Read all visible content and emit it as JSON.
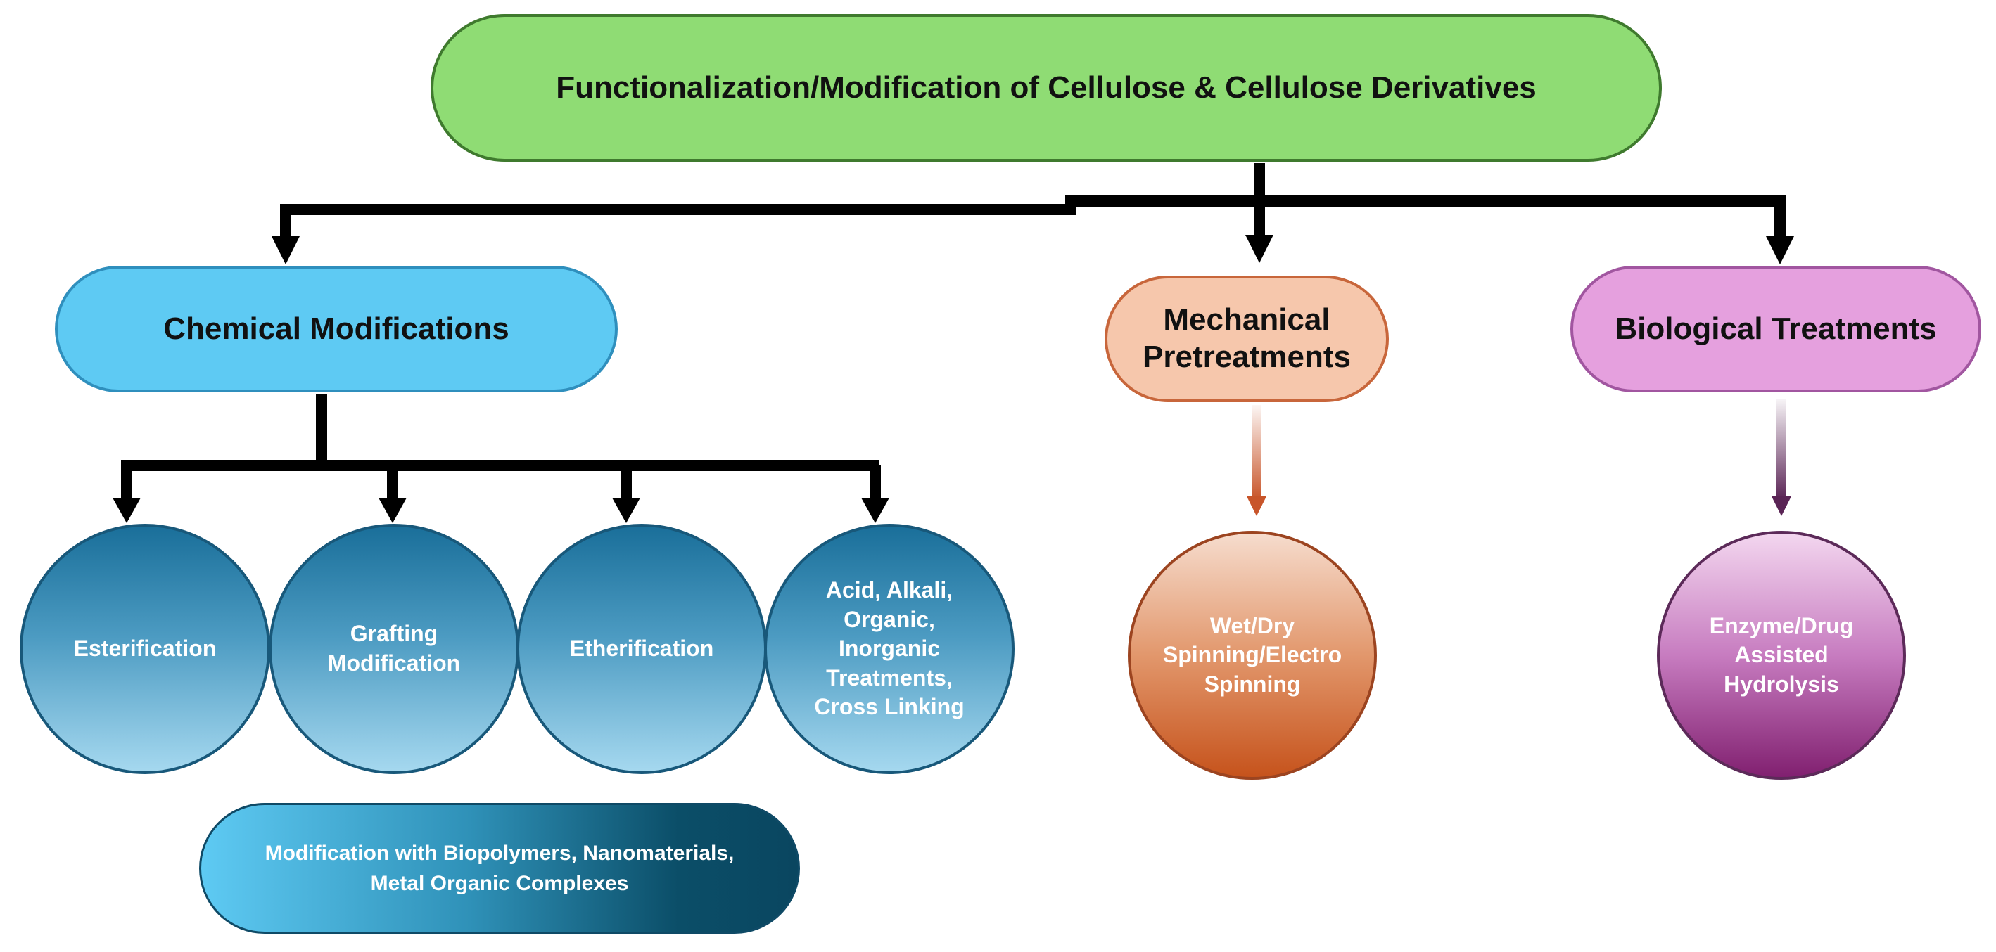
{
  "root": {
    "label": "Functionalization/Modification of Cellulose & Cellulose Derivatives"
  },
  "branches": {
    "chemical": {
      "label": "Chemical Modifications"
    },
    "mechanical": {
      "label_line1": "Mechanical",
      "label_line2": "Pretreatments"
    },
    "biological": {
      "label": "Biological Treatments"
    }
  },
  "chemical_methods": [
    {
      "lines": [
        "Esterification"
      ]
    },
    {
      "lines": [
        "Grafting",
        "Modification"
      ]
    },
    {
      "lines": [
        "Etherification"
      ]
    },
    {
      "lines": [
        "Acid, Alkali,",
        "Organic,",
        "Inorganic",
        "Treatments,",
        "Cross Linking"
      ]
    }
  ],
  "mechanical_method": {
    "lines": [
      "Wet/Dry",
      "Spinning/Electro",
      "Spinning"
    ]
  },
  "biological_method": {
    "lines": [
      "Enzyme/Drug",
      "Assisted",
      "Hydrolysis"
    ]
  },
  "additional": {
    "lines": [
      "Modification with Biopolymers, Nanomaterials,",
      "Metal Organic Complexes"
    ]
  },
  "colors": {
    "root_fill": "#8fdc74",
    "chemical_fill": "#5ecaf3",
    "mechanical_fill": "#f6c7ac",
    "biological_fill": "#e5a0de",
    "connector": "#000000",
    "mechanical_arrow": "#c8552a",
    "biological_arrow": "#5a2455"
  }
}
